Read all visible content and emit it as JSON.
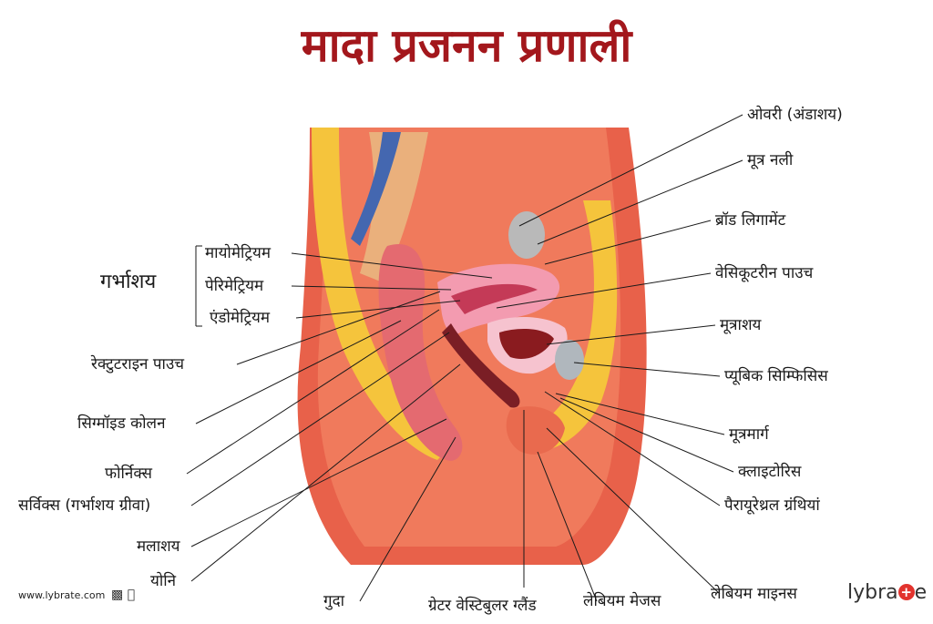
{
  "title": "मादा प्रजनन प्रणाली",
  "labels": {
    "ovary": "ओवरी (अंडाशय)",
    "ureter": "मूत्र नली",
    "broad_ligament": "ब्रॉड लिगामेंट",
    "vesicouterine_pouch": "वेसिकूटरीन पाउच",
    "bladder": "मूत्राशय",
    "pubic_symphysis": "प्यूबिक सिम्फिसिस",
    "urethra": "मूत्रमार्ग",
    "clitoris": "क्लाइटोरिस",
    "paraurethral_glands": "पैरायूरेथ्रल ग्रंथियां",
    "labium_minus": "लेबियम माइनस",
    "labium_majus": "लेबियम मेजस",
    "greater_vestibular_gland": "ग्रेटर वेस्टिबुलर ग्लैंड",
    "anus": "गुदा",
    "vagina": "योनि",
    "rectum": "मलाशय",
    "cervix": "सर्विक्स (गर्भाशय ग्रीवा)",
    "fornix": "फोर्निक्स",
    "sigmoid_colon": "सिग्मॉइड कोलन",
    "rectouterine_pouch": "रेक्टुटराइन पाउच",
    "uterus_group": "गर्भाशय",
    "myometrium": "मायोमेट्रियम",
    "perimetrium": "पेरिमेट्रियम",
    "endometrium": "एंडोमेट्रियम"
  },
  "footer": {
    "website": "www.lybrate.com",
    "os_icons": [
      "android-icon",
      "apple-icon"
    ]
  },
  "brand": {
    "name_start": "lybra",
    "name_end": "e"
  },
  "colors": {
    "title": "#a3171c",
    "body_outer": "#e8614a",
    "fat": "#f5c43c",
    "uterus": "#f39bb0",
    "bladder": "#f6c3cf",
    "brand_accent": "#e2332d"
  }
}
